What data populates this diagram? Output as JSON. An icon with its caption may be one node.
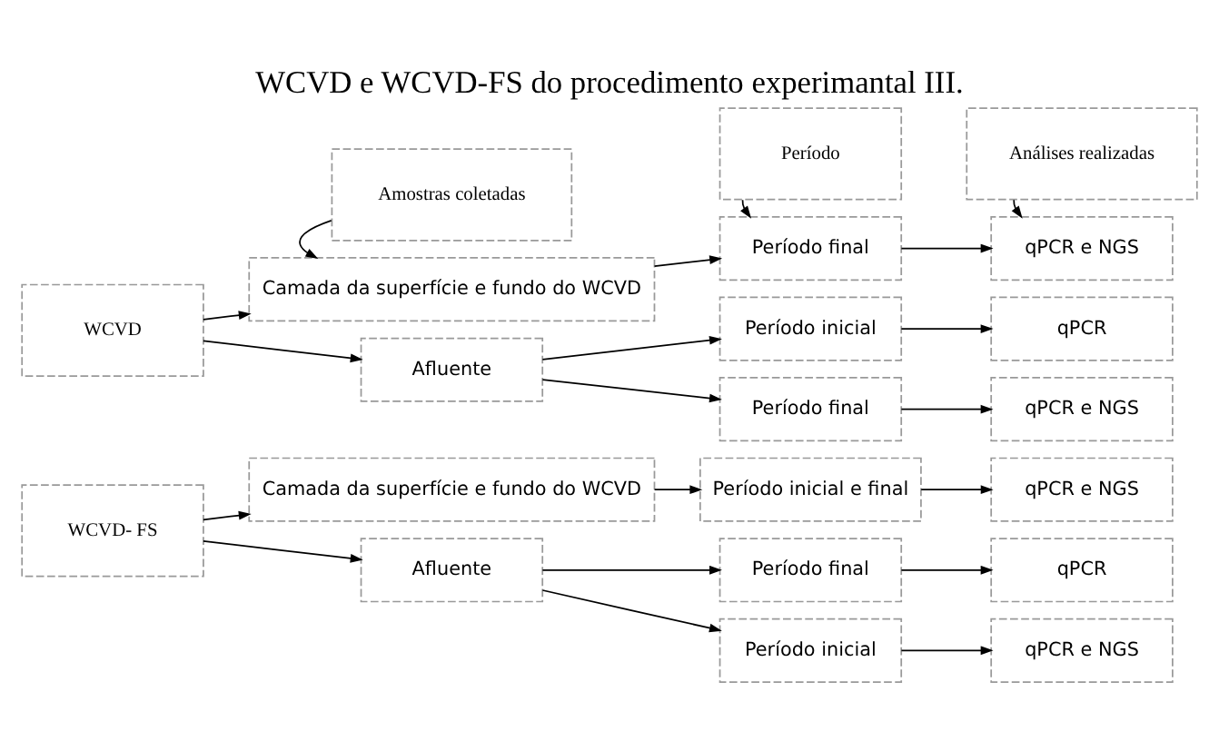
{
  "diagram": {
    "title": "WCVD e WCVD-FS do procedimento experimantal III.",
    "nodes": [
      {
        "text": [
          "Amostras coletadas"
        ]
      },
      {
        "text": [
          "Período"
        ]
      },
      {
        "text": [
          "Análises realizadas"
        ]
      },
      {
        "text": [
          "WCVD"
        ]
      },
      {
        "text": [
          "Camada da superfície e fundo do WCVD"
        ]
      },
      {
        "text": [
          "Período final"
        ]
      },
      {
        "text": [
          "qPCR e NGS"
        ]
      },
      {
        "text": [
          "Afluente"
        ]
      },
      {
        "text": [
          "Período inicial"
        ]
      },
      {
        "text": [
          "qPCR"
        ]
      },
      {
        "text": [
          "Período final"
        ]
      },
      {
        "text": [
          "qPCR e NGS"
        ]
      },
      {
        "text": [
          "WCVD- FS"
        ]
      },
      {
        "text": [
          "Camada da superfície e fundo do WCVD"
        ]
      },
      {
        "text": [
          "Período inicial e final"
        ]
      },
      {
        "text": [
          "qPCR e NGS"
        ]
      },
      {
        "text": [
          "Afluente"
        ]
      },
      {
        "text": [
          "Período final"
        ]
      },
      {
        "text": [
          "qPCR"
        ]
      },
      {
        "text": [
          "Período inicial"
        ]
      },
      {
        "text": [
          "qPCR e NGS"
        ]
      }
    ],
    "edges": [
      {
        "from": 0,
        "to": 4,
        "arrow": "to"
      },
      {
        "from": 1,
        "to": 5,
        "arrow": "to"
      },
      {
        "from": 2,
        "to": 6,
        "arrow": "to"
      },
      {
        "from": 3,
        "to": 4,
        "arrow": "to"
      },
      {
        "from": 3,
        "to": 7,
        "arrow": "to"
      },
      {
        "from": 4,
        "to": 5,
        "arrow": "to"
      },
      {
        "from": 5,
        "to": 6,
        "arrow": "to"
      },
      {
        "from": 7,
        "to": 8,
        "arrow": "to"
      },
      {
        "from": 7,
        "to": 10,
        "arrow": "to"
      },
      {
        "from": 8,
        "to": 9,
        "arrow": "to"
      },
      {
        "from": 10,
        "to": 11,
        "arrow": "to"
      },
      {
        "from": 12,
        "to": 13,
        "arrow": "to"
      },
      {
        "from": 12,
        "to": 16,
        "arrow": "to"
      },
      {
        "from": 13,
        "to": 14,
        "arrow": "to"
      },
      {
        "from": 14,
        "to": 15,
        "arrow": "to"
      },
      {
        "from": 16,
        "to": 17,
        "arrow": "to"
      },
      {
        "from": 16,
        "to": 19,
        "arrow": "to"
      },
      {
        "from": 17,
        "to": 18,
        "arrow": "to"
      },
      {
        "from": 19,
        "to": 20,
        "arrow": "to"
      }
    ]
  }
}
